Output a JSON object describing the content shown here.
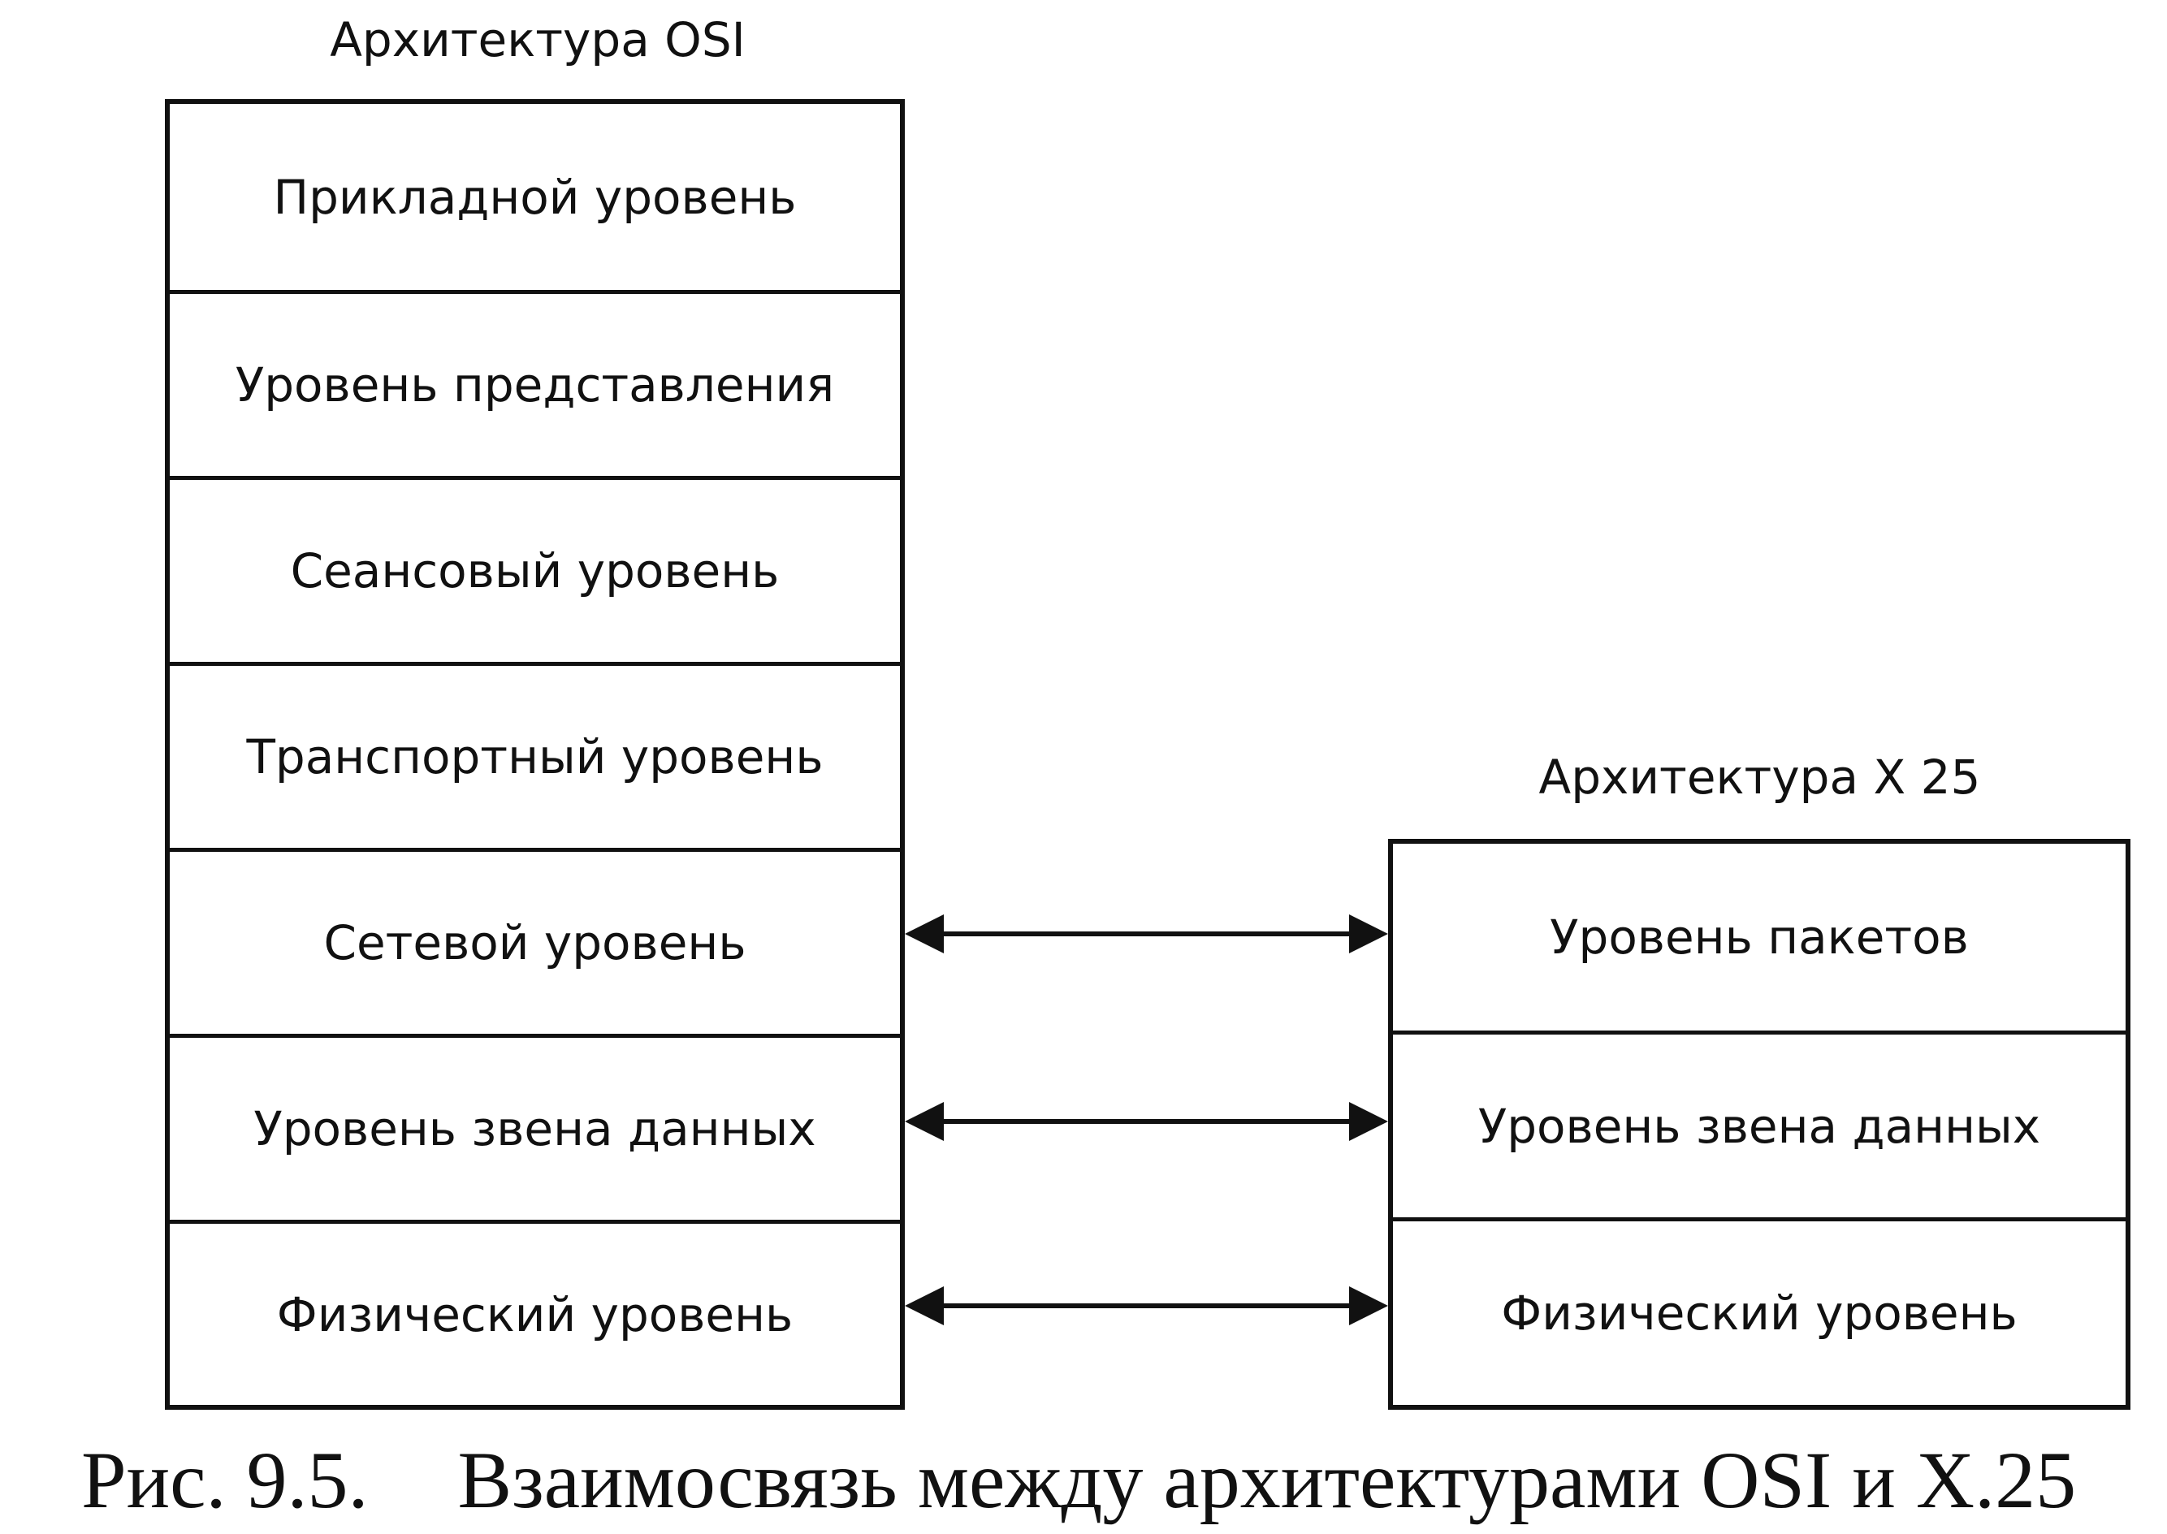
{
  "osi": {
    "title": "Архитектура OSI",
    "layers": [
      "Прикладной уровень",
      "Уровень представления",
      "Сеансовый уровень",
      "Транспортный уровень",
      "Сетевой уровень",
      "Уровень звена данных",
      "Физический уровень"
    ]
  },
  "x25": {
    "title": "Архитектура X 25",
    "layers": [
      "Уровень пакетов",
      "Уровень звена данных",
      "Физический уровень"
    ]
  },
  "links": [
    {
      "from": "Сетевой уровень",
      "to": "Уровень пакетов"
    },
    {
      "from": "Уровень звена данных",
      "to": "Уровень звена данных"
    },
    {
      "from": "Физический уровень",
      "to": "Физический уровень"
    }
  ],
  "caption": {
    "number": "Рис. 9.5.",
    "text": "Взаимосвязь между архитектурами OSI и X.25"
  },
  "colors": {
    "ink": "#111111",
    "background": "#ffffff"
  }
}
